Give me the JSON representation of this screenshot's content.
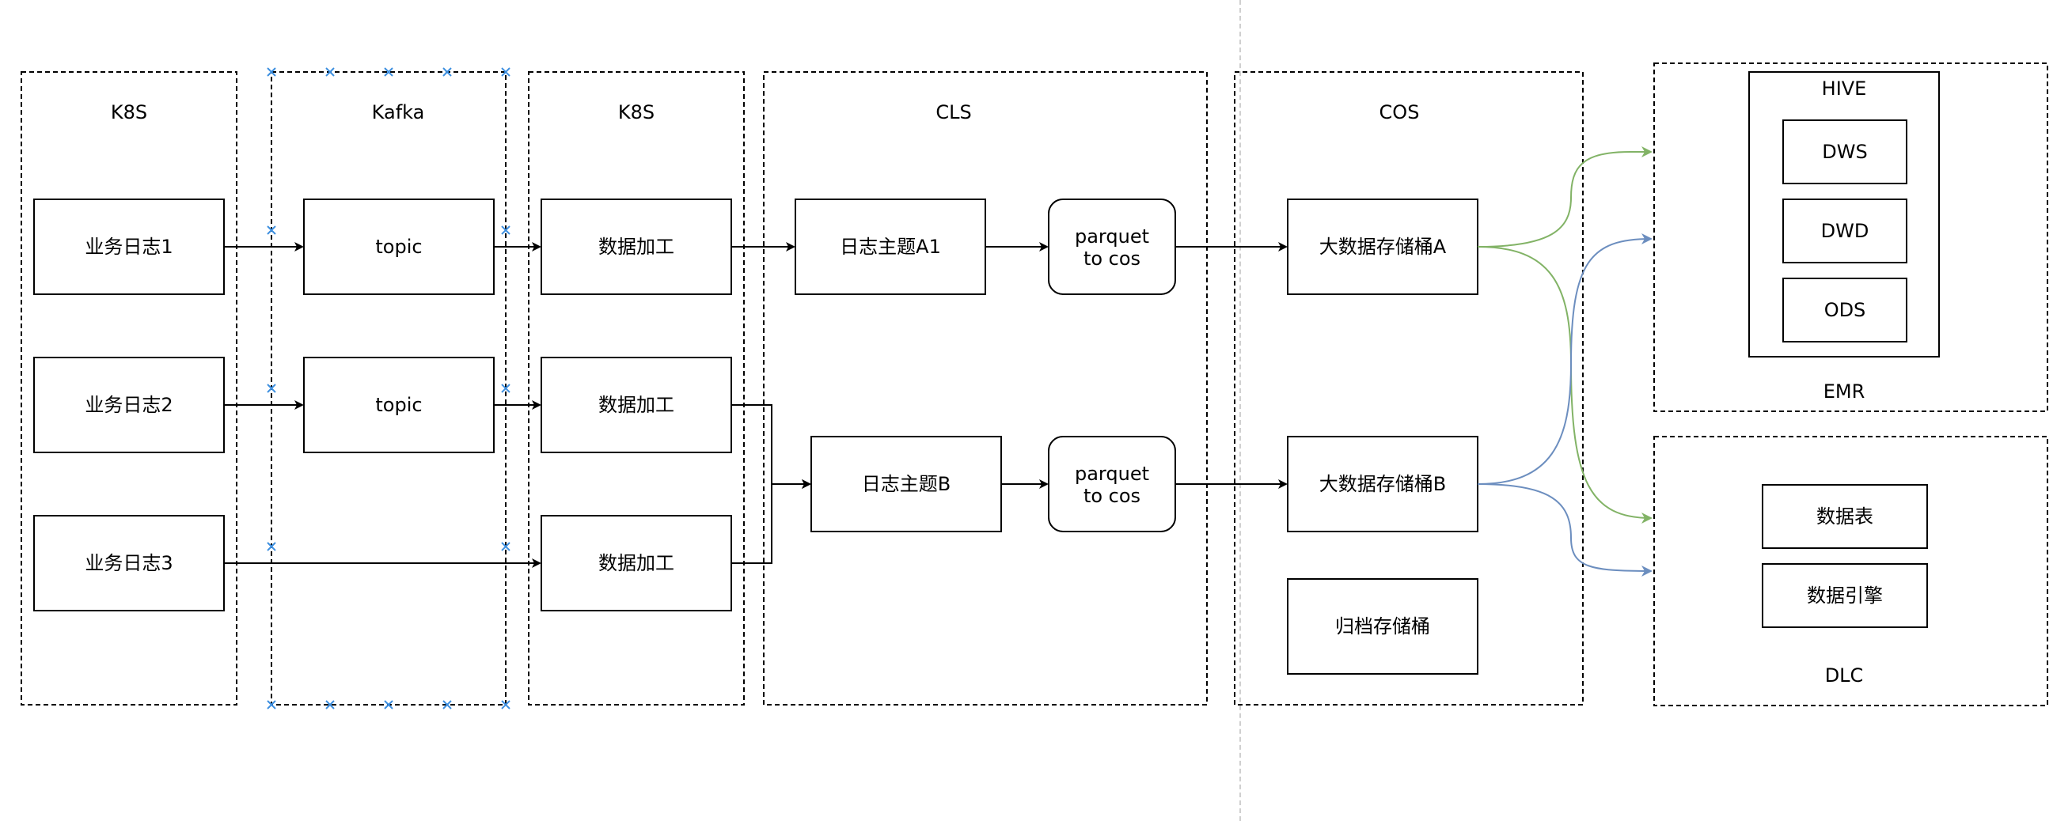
{
  "colors": {
    "green": "#82b366",
    "blue": "#6c8ebf",
    "stroke": "#000000"
  },
  "groups": {
    "k8s1": "K8S",
    "kafka": "Kafka",
    "k8s2": "K8S",
    "cls": "CLS",
    "cos": "COS",
    "emr": "EMR",
    "hive": "HIVE",
    "dlc": "DLC"
  },
  "nodes": {
    "log1": "业务日志1",
    "log2": "业务日志2",
    "log3": "业务日志3",
    "topic1": "topic",
    "topic2": "topic",
    "proc1": "数据加工",
    "proc2": "数据加工",
    "proc3": "数据加工",
    "topicA1": "日志主题A1",
    "topicB": "日志主题B",
    "parquet1": "parquet\nto cos",
    "parquet2": "parquet\nto cos",
    "bucketA": "大数据存储桶A",
    "bucketB": "大数据存储桶B",
    "archive": "归档存储桶",
    "dws": "DWS",
    "dwd": "DWD",
    "ods": "ODS",
    "table": "数据表",
    "engine": "数据引擎"
  }
}
